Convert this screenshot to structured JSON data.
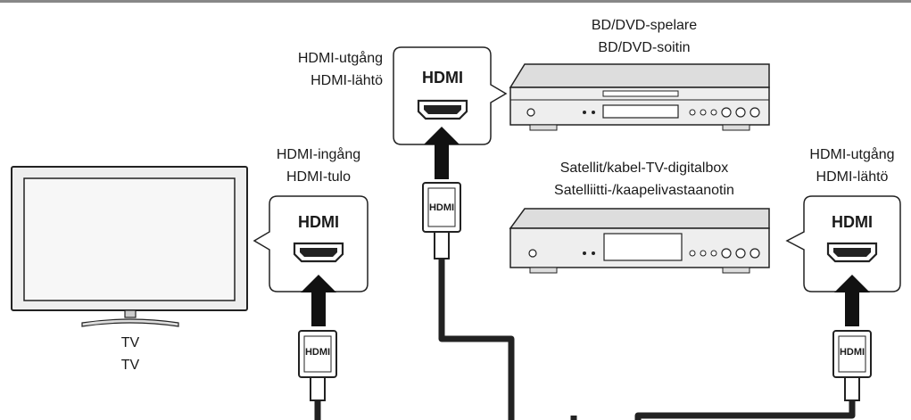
{
  "colors": {
    "device_fill": "#eeeeee",
    "device_stroke": "#222222",
    "tv_frame": "#eeeeee",
    "tv_screen": "#f7f7f7",
    "cable": "#222222",
    "arrow": "#111111",
    "top_rule": "#888888"
  },
  "icons": [
    "tv-icon",
    "bd-dvd-player-icon",
    "satellite-box-icon",
    "hdmi-port-icon",
    "hdmi-plug-icon",
    "arrow-up-icon"
  ],
  "labels": {
    "bd_player": {
      "line1": "BD/DVD-spelare",
      "line2": "BD/DVD-soitin"
    },
    "bd_output": {
      "line1": "HDMI-utgång",
      "line2": "HDMI-lähtö"
    },
    "tv_input": {
      "line1": "HDMI-ingång",
      "line2": "HDMI-tulo"
    },
    "satellite": {
      "line1": "Satellit/kabel-TV-digitalbox",
      "line2": "Satelliitti-/kaapelivastaanotin"
    },
    "sat_output": {
      "line1": "HDMI-utgång",
      "line2": "HDMI-lähtö"
    },
    "tv": {
      "line1": "TV",
      "line2": "TV"
    }
  },
  "connectors": {
    "port_label": "HDMI",
    "plug_label": "HDMI"
  }
}
